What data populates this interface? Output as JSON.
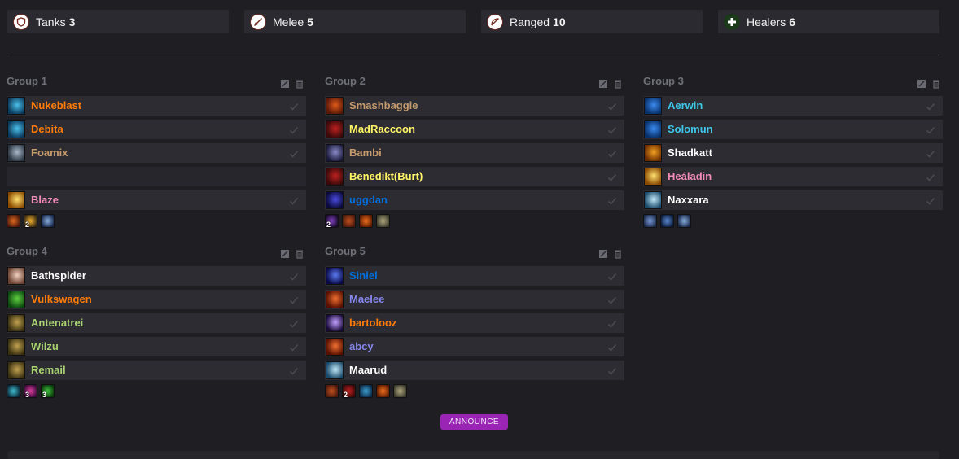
{
  "roles": [
    {
      "label": "Tanks",
      "count": "3",
      "icon": "shield-icon"
    },
    {
      "label": "Melee",
      "count": "5",
      "icon": "sword-icon"
    },
    {
      "label": "Ranged",
      "count": "10",
      "icon": "bow-icon"
    },
    {
      "label": "Healers",
      "count": "6",
      "icon": "cross-icon"
    }
  ],
  "groups": [
    {
      "title": "Group 1",
      "members": [
        {
          "name": "Nukeblast",
          "color": "#ff7c0a",
          "icon": "frost-orb-icon",
          "swatch": [
            "#0a3a5e",
            "#4bc0e8"
          ]
        },
        {
          "name": "Debita",
          "color": "#ff7c0a",
          "icon": "frost-orb-icon",
          "swatch": [
            "#0a3a5e",
            "#4bc0e8"
          ]
        },
        {
          "name": "Foamix",
          "color": "#c69b6d",
          "icon": "shield-wall-icon",
          "swatch": [
            "#2a3440",
            "#a8b8c8"
          ]
        },
        {
          "name": "",
          "color": "",
          "icon": "",
          "swatch": null
        },
        {
          "name": "Blaze",
          "color": "#f48cba",
          "icon": "holy-burst-icon",
          "swatch": [
            "#8a4a00",
            "#ffe070"
          ]
        }
      ],
      "buffs": [
        {
          "icon": "buff-icon-a",
          "count": "",
          "swatch": [
            "#4a1a0a",
            "#e06a20"
          ]
        },
        {
          "icon": "buff-icon-b",
          "count": "2",
          "swatch": [
            "#3a2a10",
            "#f0b030"
          ]
        },
        {
          "icon": "buff-icon-c",
          "count": "",
          "swatch": [
            "#18284a",
            "#8ab0e0"
          ]
        }
      ]
    },
    {
      "title": "Group 2",
      "members": [
        {
          "name": "Smashbaggie",
          "color": "#c69b6d",
          "icon": "warbanner-icon",
          "swatch": [
            "#5a1808",
            "#e05a18"
          ]
        },
        {
          "name": "MadRaccoon",
          "color": "#fff468",
          "icon": "blade-flurry-icon",
          "swatch": [
            "#3a0a0a",
            "#c02020"
          ]
        },
        {
          "name": "Bambi",
          "color": "#c69b6d",
          "icon": "axe-icon",
          "swatch": [
            "#1a1a3a",
            "#8a8ac8"
          ]
        },
        {
          "name": "Benedikt(Burt)",
          "color": "#fff468",
          "icon": "blade-flurry-icon",
          "swatch": [
            "#3a0a0a",
            "#c02020"
          ]
        },
        {
          "name": "uggdan",
          "color": "#0070dd",
          "icon": "shadow-shield-icon",
          "swatch": [
            "#0a0a3a",
            "#4a4ae0"
          ]
        }
      ],
      "buffs": [
        {
          "icon": "buff-icon-d",
          "count": "2",
          "swatch": [
            "#1a0a2a",
            "#8040c0"
          ]
        },
        {
          "icon": "buff-icon-e",
          "count": "",
          "swatch": [
            "#4a1a0a",
            "#c05020"
          ]
        },
        {
          "icon": "buff-icon-f",
          "count": "",
          "swatch": [
            "#5a1a00",
            "#f07020"
          ]
        },
        {
          "icon": "buff-icon-g",
          "count": "",
          "swatch": [
            "#3a3a2a",
            "#b0a880"
          ]
        }
      ]
    },
    {
      "title": "Group 3",
      "members": [
        {
          "name": "Aerwin",
          "color": "#3fc7eb",
          "icon": "frost-arrow-icon",
          "swatch": [
            "#08306a",
            "#3a8af0"
          ]
        },
        {
          "name": "Solomun",
          "color": "#3fc7eb",
          "icon": "frost-arrow-icon",
          "swatch": [
            "#08306a",
            "#3a8af0"
          ]
        },
        {
          "name": "Shadkatt",
          "color": "#ffffff",
          "icon": "skull-icon",
          "swatch": [
            "#6a2a00",
            "#f0a020"
          ]
        },
        {
          "name": "Heáladin",
          "color": "#f48cba",
          "icon": "holy-burst-icon",
          "swatch": [
            "#8a4a00",
            "#ffe070"
          ]
        },
        {
          "name": "Naxxara",
          "color": "#ffffff",
          "icon": "spirit-icon",
          "swatch": [
            "#1a4a6a",
            "#c0e8f8"
          ]
        }
      ],
      "buffs": [
        {
          "icon": "buff-icon-h",
          "count": "",
          "swatch": [
            "#1a2a4a",
            "#7a9ad8"
          ]
        },
        {
          "icon": "buff-icon-i",
          "count": "",
          "swatch": [
            "#0a1a3a",
            "#5a8ad0"
          ]
        },
        {
          "icon": "buff-icon-j",
          "count": "",
          "swatch": [
            "#18284a",
            "#8ab0e0"
          ]
        }
      ]
    },
    {
      "title": "Group 4",
      "members": [
        {
          "name": "Bathspider",
          "color": "#ffffff",
          "icon": "prayer-icon",
          "swatch": [
            "#6a4030",
            "#f0d0c0"
          ]
        },
        {
          "name": "Vulkswagen",
          "color": "#ff7c0a",
          "icon": "leaf-icon",
          "swatch": [
            "#0a4a10",
            "#60d040"
          ]
        },
        {
          "name": "Antenatrei",
          "color": "#aad372",
          "icon": "hunter-icon",
          "swatch": [
            "#3a3010",
            "#c0a050"
          ]
        },
        {
          "name": "Wilzu",
          "color": "#aad372",
          "icon": "hunter-icon",
          "swatch": [
            "#3a3010",
            "#c0a050"
          ]
        },
        {
          "name": "Remail",
          "color": "#aad372",
          "icon": "hunter-icon",
          "swatch": [
            "#3a3010",
            "#c0a050"
          ]
        }
      ],
      "buffs": [
        {
          "icon": "buff-icon-k",
          "count": "",
          "swatch": [
            "#0a2a3a",
            "#40c0d0"
          ]
        },
        {
          "icon": "buff-icon-l",
          "count": "3",
          "swatch": [
            "#3a0a3a",
            "#e040a0"
          ]
        },
        {
          "icon": "buff-icon-m",
          "count": "3",
          "swatch": [
            "#0a3a0a",
            "#40c040"
          ]
        }
      ]
    },
    {
      "title": "Group 5",
      "members": [
        {
          "name": "Siniel",
          "color": "#0070dd",
          "icon": "lightning-icon",
          "swatch": [
            "#0a0a4a",
            "#5a7af0"
          ]
        },
        {
          "name": "Maelee",
          "color": "#8788ee",
          "icon": "fire-streak-icon",
          "swatch": [
            "#5a1000",
            "#f07030"
          ]
        },
        {
          "name": "bartolooz",
          "color": "#ff7c0a",
          "icon": "arcane-icon",
          "swatch": [
            "#1a0a3a",
            "#c0a0ff"
          ]
        },
        {
          "name": "abcy",
          "color": "#8788ee",
          "icon": "fire-streak-icon",
          "swatch": [
            "#5a1000",
            "#f07030"
          ]
        },
        {
          "name": "Maarud",
          "color": "#ffffff",
          "icon": "spirit-icon",
          "swatch": [
            "#1a4a6a",
            "#c0e8f8"
          ]
        }
      ],
      "buffs": [
        {
          "icon": "buff-icon-n",
          "count": "",
          "swatch": [
            "#4a1a0a",
            "#c05020"
          ]
        },
        {
          "icon": "buff-icon-o",
          "count": "2",
          "swatch": [
            "#3a0a0a",
            "#c02020"
          ]
        },
        {
          "icon": "buff-icon-p",
          "count": "",
          "swatch": [
            "#0a2a4a",
            "#40a0d0"
          ]
        },
        {
          "icon": "buff-icon-q",
          "count": "",
          "swatch": [
            "#5a1a00",
            "#f07020"
          ]
        },
        {
          "icon": "buff-icon-r",
          "count": "",
          "swatch": [
            "#3a3a2a",
            "#b0a880"
          ]
        }
      ]
    }
  ],
  "announce_label": "ANNOUNCE"
}
